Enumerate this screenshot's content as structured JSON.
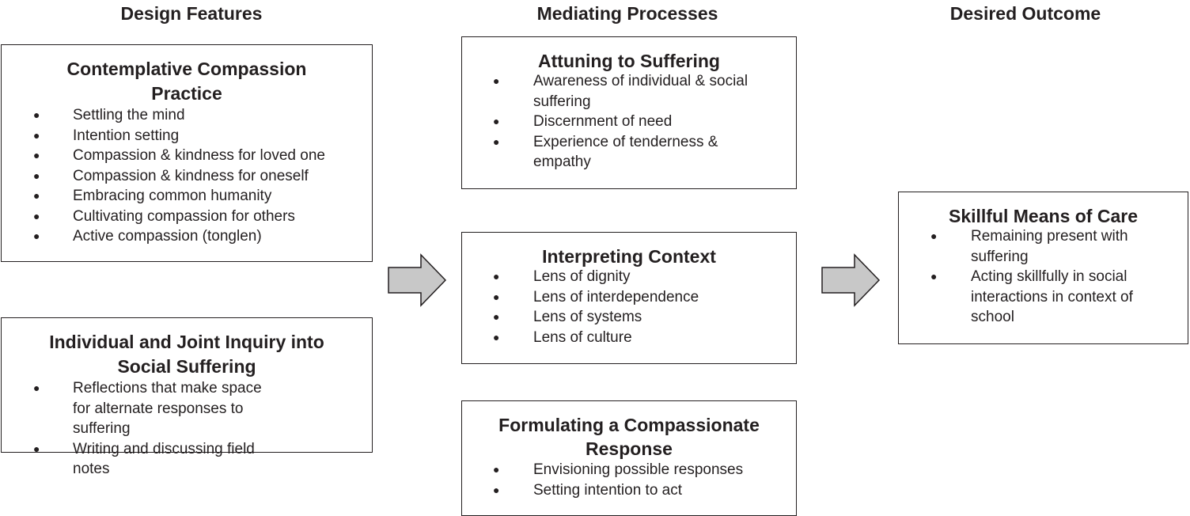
{
  "headings": {
    "design": "Design Features",
    "mediating": "Mediating Processes",
    "outcome": "Desired Outcome"
  },
  "bullet_glyph": "●",
  "design_features": {
    "compassion_practice": {
      "title": "Contemplative Compassion Practice",
      "items": [
        "Settling the mind",
        "Intention setting",
        "Compassion & kindness for loved one",
        "Compassion & kindness for oneself",
        "Embracing common humanity",
        "Cultivating compassion for others",
        "Active compassion (tonglen)"
      ]
    },
    "joint_inquiry": {
      "title": "Individual and Joint Inquiry into Social Suffering",
      "items": [
        "Reflections that make space for alternate responses to suffering",
        "Writing and discussing field notes"
      ]
    }
  },
  "mediating_processes": {
    "attuning": {
      "title": "Attuning to Suffering",
      "items": [
        "Awareness of individual & social suffering",
        "Discernment of need",
        "Experience of tenderness & empathy"
      ]
    },
    "interpreting": {
      "title": "Interpreting Context",
      "items": [
        "Lens of dignity",
        "Lens of interdependence",
        "Lens of systems",
        "Lens of culture"
      ]
    },
    "formulating": {
      "title": "Formulating a Compassionate Response",
      "items": [
        "Envisioning possible responses",
        "Setting intention to act"
      ]
    }
  },
  "desired_outcome": {
    "skillful_care": {
      "title": "Skillful Means of Care",
      "items": [
        "Remaining present with suffering",
        "Acting skillfully in social interactions in context of school"
      ]
    }
  },
  "colors": {
    "ink": "#231f20",
    "arrow_fill": "#c8c8c8",
    "box_border": "#231f20"
  }
}
